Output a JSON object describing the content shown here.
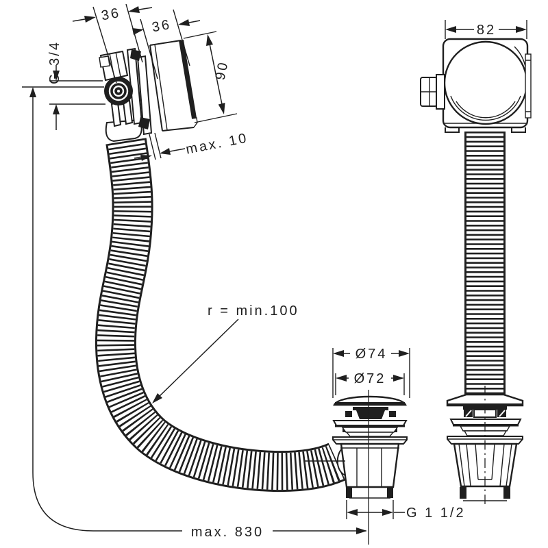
{
  "drawing": {
    "background": "#ffffff",
    "line_color": "#1f1f1f",
    "labels": {
      "overflow_body_depth": "36",
      "escutcheon_depth": "36",
      "inlet_thread": "G 3/4",
      "escutcheon_diameter": "90",
      "max_rim_thickness": "max. 10",
      "overflow_front_width": "82",
      "min_bend_radius": "r = min.100",
      "waste_outer_diameter": "Ø74",
      "waste_inner_diameter": "Ø72",
      "waste_thread": "G 1 1/2",
      "max_hose_length": "max. 830"
    }
  }
}
